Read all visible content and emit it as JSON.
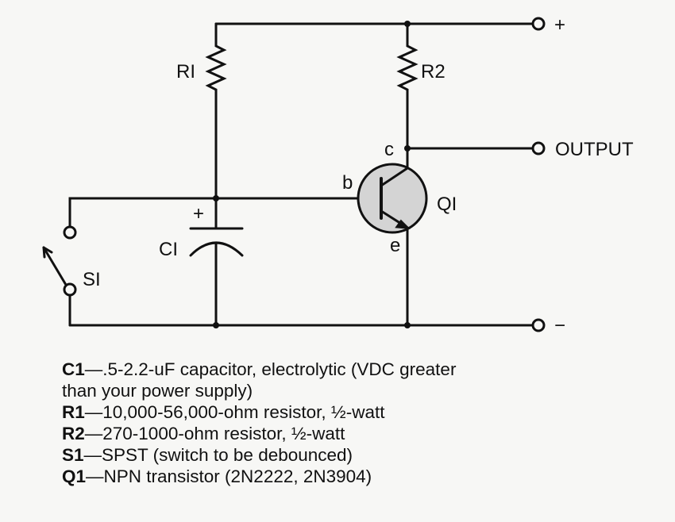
{
  "schematic": {
    "labels": {
      "plus": "+",
      "minus": "−",
      "output": "OUTPUT",
      "r1": "RI",
      "r2": "R2",
      "c1": "CI",
      "c1_polarity": "+",
      "s1": "SI",
      "q1": "QI",
      "collector": "c",
      "base": "b",
      "emitter": "e"
    },
    "transistor_fill": "#d4d4d4"
  },
  "parts_list": [
    {
      "ref": "C1",
      "desc": "—.5-2.2-uF capacitor, electrolytic (VDC greater",
      "cont": "than your power supply)"
    },
    {
      "ref": "R1",
      "desc": "—10,000-56,000-ohm resistor, ½-watt"
    },
    {
      "ref": "R2",
      "desc": "—270-1000-ohm resistor, ½-watt"
    },
    {
      "ref": "S1",
      "desc": "—SPST (switch to be debounced)"
    },
    {
      "ref": "Q1",
      "desc": "—NPN transistor (2N2222, 2N3904)"
    }
  ]
}
